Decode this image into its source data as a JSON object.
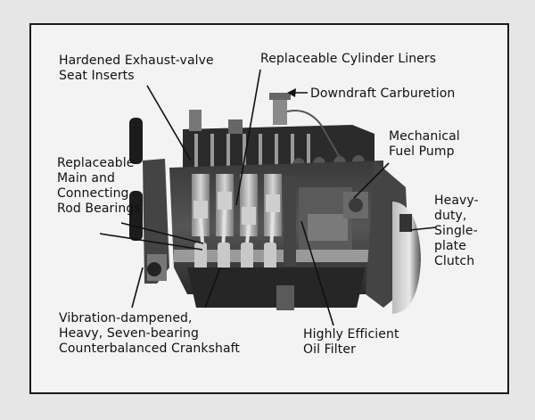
{
  "labels": {
    "exhaust_valve": [
      "Hardened Exhaust-valve",
      "Seat Inserts"
    ],
    "cylinder_liners": [
      "Replaceable Cylinder Liners"
    ],
    "carburetion": [
      "Downdraft Carburetion"
    ],
    "fuel_pump": [
      "Mechanical",
      "Fuel Pump"
    ],
    "bearings": [
      "Replaceable",
      "Main and",
      "Connecting",
      "Rod Bearings"
    ],
    "clutch": [
      "Heavy-",
      "duty,",
      "Single-",
      "plate",
      "Clutch"
    ],
    "crankshaft": [
      "Vibration-dampened,",
      "Heavy, Seven-bearing",
      "Counterbalanced Crankshaft"
    ],
    "oil_filter": [
      "Highly Efficient",
      "Oil Filter"
    ]
  },
  "colors": {
    "background": "#e6e6e6",
    "panel": "#f3f3f3",
    "ink": "#111111",
    "engine_dark": "#2a2a2a",
    "engine_mid": "#6e6e6e",
    "engine_light": "#bdbdbd"
  }
}
